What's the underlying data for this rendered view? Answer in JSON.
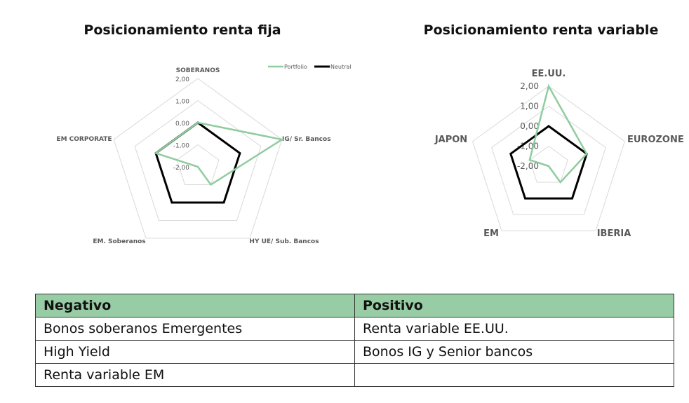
{
  "chart_data": [
    {
      "type": "radar",
      "title": "Posicionamiento renta fija",
      "categories": [
        "SOBERANOS",
        "IG/ Sr. Bancos",
        "HY UE/ Sub. Bancos",
        "EM. Soberanos",
        "EM CORPORATE"
      ],
      "tick_labels": [
        "2,00",
        "1,00",
        "0,00",
        "-1,00",
        "-2,00"
      ],
      "rlim": [
        -2,
        2
      ],
      "legend": "top-right",
      "series": [
        {
          "name": "Portfolio",
          "color": "#8fcc9f",
          "values": [
            0,
            2,
            -1,
            -2,
            0
          ]
        },
        {
          "name": "Neutral",
          "color": "#000000",
          "values": [
            0,
            0,
            0,
            0,
            0
          ]
        }
      ]
    },
    {
      "type": "radar",
      "title": "Posicionamiento renta variable",
      "categories": [
        "EE.UU.",
        "EUROZONE",
        "IBERIA",
        "EM",
        "JAPON"
      ],
      "tick_labels": [
        "2,00",
        "1,00",
        "0,00",
        "-1,00",
        "-2,00"
      ],
      "rlim": [
        -2,
        2
      ],
      "series": [
        {
          "color": "#8fcc9f",
          "values": [
            2,
            0,
            -1,
            -2,
            -1
          ]
        },
        {
          "color": "#000000",
          "values": [
            0,
            0,
            0,
            0,
            0
          ]
        }
      ]
    }
  ],
  "table": {
    "headers": [
      "Negativo",
      "Positivo"
    ],
    "rows": [
      [
        "Bonos soberanos Emergentes",
        "Renta variable EE.UU."
      ],
      [
        "High Yield",
        "Bonos IG y Senior bancos"
      ],
      [
        "Renta variable EM",
        ""
      ]
    ],
    "header_color": "#97cca4"
  }
}
